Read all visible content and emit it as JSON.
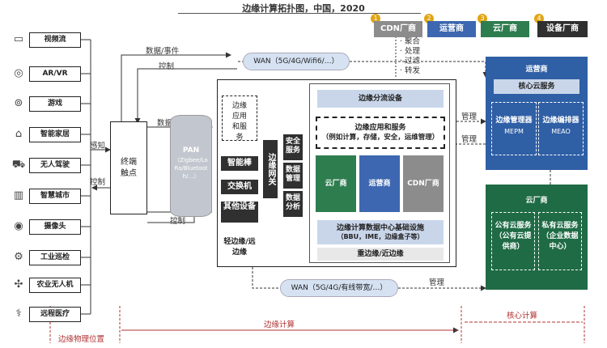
{
  "title": "边缘计算拓扑图，中国，2020",
  "devices": [
    {
      "label": "视频流",
      "icon": "video-icon",
      "glyph": "▭"
    },
    {
      "label": "AR/VR",
      "icon": "vr-headset-icon",
      "glyph": "◎"
    },
    {
      "label": "游戏",
      "icon": "gamepad-icon",
      "glyph": "⊚"
    },
    {
      "label": "智能家居",
      "icon": "smart-home-icon",
      "glyph": "⌂"
    },
    {
      "label": "无人驾驶",
      "icon": "car-icon",
      "glyph": "⛟"
    },
    {
      "label": "智慧城市",
      "icon": "city-icon",
      "glyph": "▥"
    },
    {
      "label": "摄像头",
      "icon": "camera-icon",
      "glyph": "◉"
    },
    {
      "label": "工业巡检",
      "icon": "robot-arm-icon",
      "glyph": "⚙"
    },
    {
      "label": "农业无人机",
      "icon": "drone-icon",
      "glyph": "✣"
    },
    {
      "label": "远程医疗",
      "icon": "stethoscope-icon",
      "glyph": "⚕"
    }
  ],
  "vendors": [
    {
      "num": "1",
      "label": "CDN厂商",
      "color": "#8c8c8c"
    },
    {
      "num": "2",
      "label": "运营商",
      "color": "#3d67b0"
    },
    {
      "num": "3",
      "label": "云厂商",
      "color": "#2e7d4f"
    },
    {
      "num": "4",
      "label": "设备厂商",
      "color": "#303030"
    }
  ],
  "labels": {
    "data_event_top": "数据/事件",
    "control_top": "控制",
    "data_event_mid": "数据/事件",
    "control_mid": "控制",
    "sense": "感知",
    "control_left": "控制",
    "wan_top": "WAN（5G/4G/Wifi6/…）",
    "wan_bottom": "WAN（5G/4G/有线带宽/…）",
    "aggregate": [
      "聚合",
      "处理",
      "过滤",
      "转发"
    ],
    "manage1": "管理",
    "manage2": "管理",
    "manage3": "管理"
  },
  "terminal": "终端触点",
  "pan": {
    "title": "PAN",
    "sub": "（Zigbee/LoRa/Bluetooth/…）"
  },
  "left_column": {
    "edge_app": "边缘应用和服务",
    "smart_gateway": "智能棒",
    "switch": "交换机",
    "other_devices": "其他设备",
    "light_edge": "轻边缘/远边缘"
  },
  "gateway": "边缘网关",
  "side_items": [
    "安全服务",
    "数据管理",
    "数据分析"
  ],
  "center": {
    "edge_device": "边缘分流设备",
    "apps_title": "边缘应用和服务",
    "apps_sub": "（例如计算，存储，安全，运维管理）",
    "cloud": "云厂商",
    "operator": "运营商",
    "cdn": "CDN厂商",
    "dc_title": "边缘计算数据中心基础设施",
    "dc_sub": "（BBU，IME，边缘盒子等）",
    "heavy_edge": "重边缘/近边缘"
  },
  "operator_panel": {
    "title": "运营商",
    "core": "核心云服务",
    "mgr": "边缘管理器",
    "mgr_code": "MEPM",
    "orch": "边缘编排器",
    "orch_code": "MEAO"
  },
  "cloud_panel": {
    "title": "云厂商",
    "public": "公有云服务（公有云提供商）",
    "private": "私有云服务（企业数据中心）"
  },
  "bottom": {
    "physical": "边缘物理位置",
    "edge_compute": "边缘计算",
    "core_compute": "核心计算"
  }
}
